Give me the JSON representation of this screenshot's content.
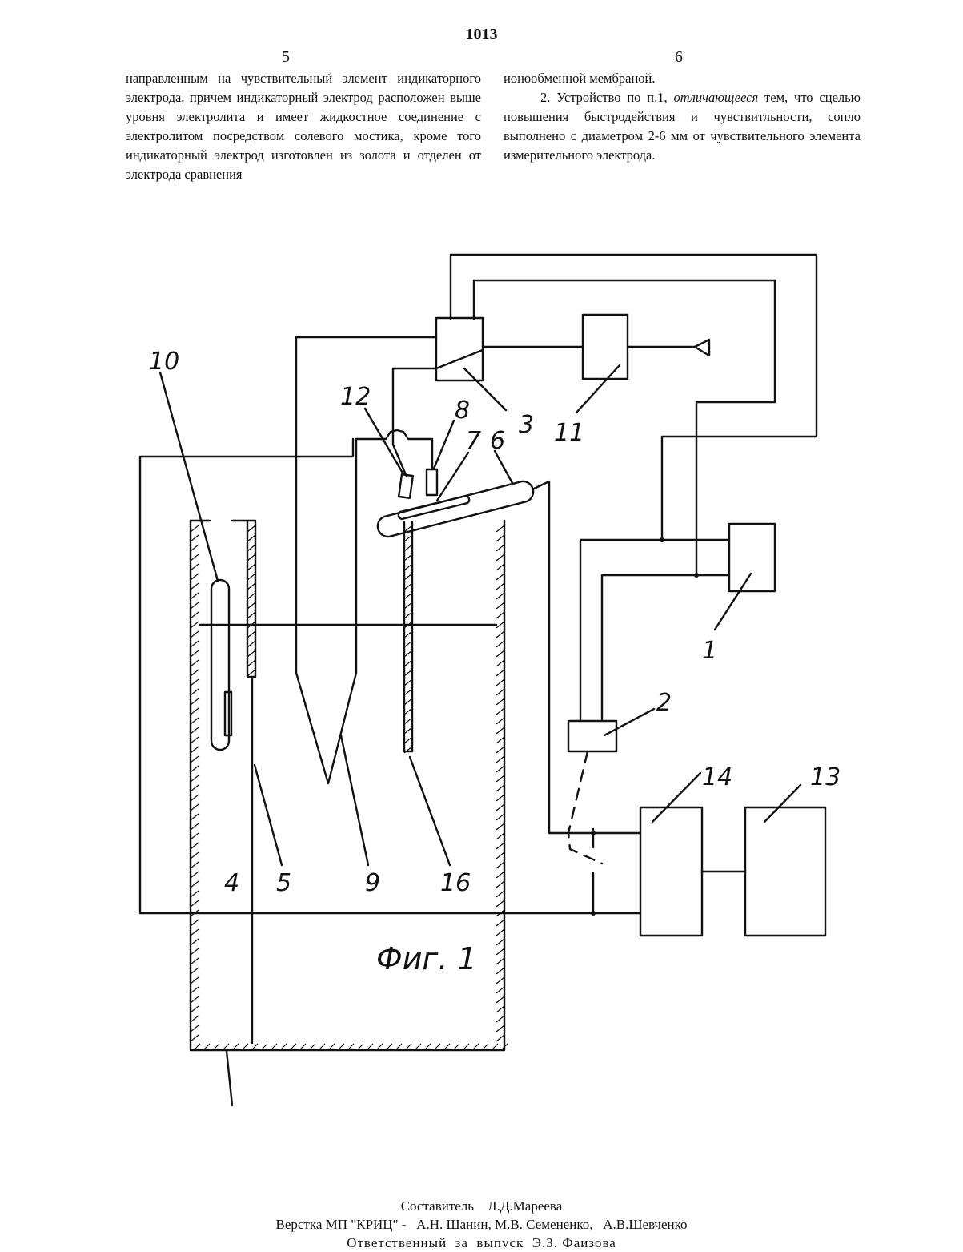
{
  "header": {
    "page_number": "1013",
    "left_column_number": "5",
    "right_column_number": "6"
  },
  "left_column": {
    "text": "направленным на чувствительный элемент индикаторного электрода, причем индикаторный электрод расположен выше уровня электролита и имеет жидкостное соединение с электролитом посредством солевого мостика, кроме того индикаторный электрод изготовлен из золота и отделен от электрода сравнения"
  },
  "right_column": {
    "continuation": "ионообменной мембраной.",
    "claim_prefix": "2. Устройство по п.1, ",
    "claim_emphasis": "отличающееся",
    "claim_suffix": " тем, что сцелью повышения быстродействия и чувствитльности, сопло выполнено с диаметром 2-6 мм от чувствительного элемента измерительного электрода."
  },
  "figure": {
    "caption": "Фиг. 1",
    "labels": {
      "l10": "10",
      "l12": "12",
      "l8": "8",
      "l7": "7",
      "l6": "6",
      "l3": "3",
      "l11": "11",
      "l1": "1",
      "l2": "2",
      "l14": "14",
      "l13": "13",
      "l4": "4",
      "l5": "5",
      "l9": "9",
      "l16": "16"
    }
  },
  "footer": {
    "composer": "Составитель    Л.Д.Мареева",
    "layout": "Верстка МП \"КРИЦ\" -   А.Н. Шанин, М.В. Семененко,   А.В.Шевченко",
    "responsible": "Ответственный  за  выпvск  Э.З. Фаизова"
  }
}
